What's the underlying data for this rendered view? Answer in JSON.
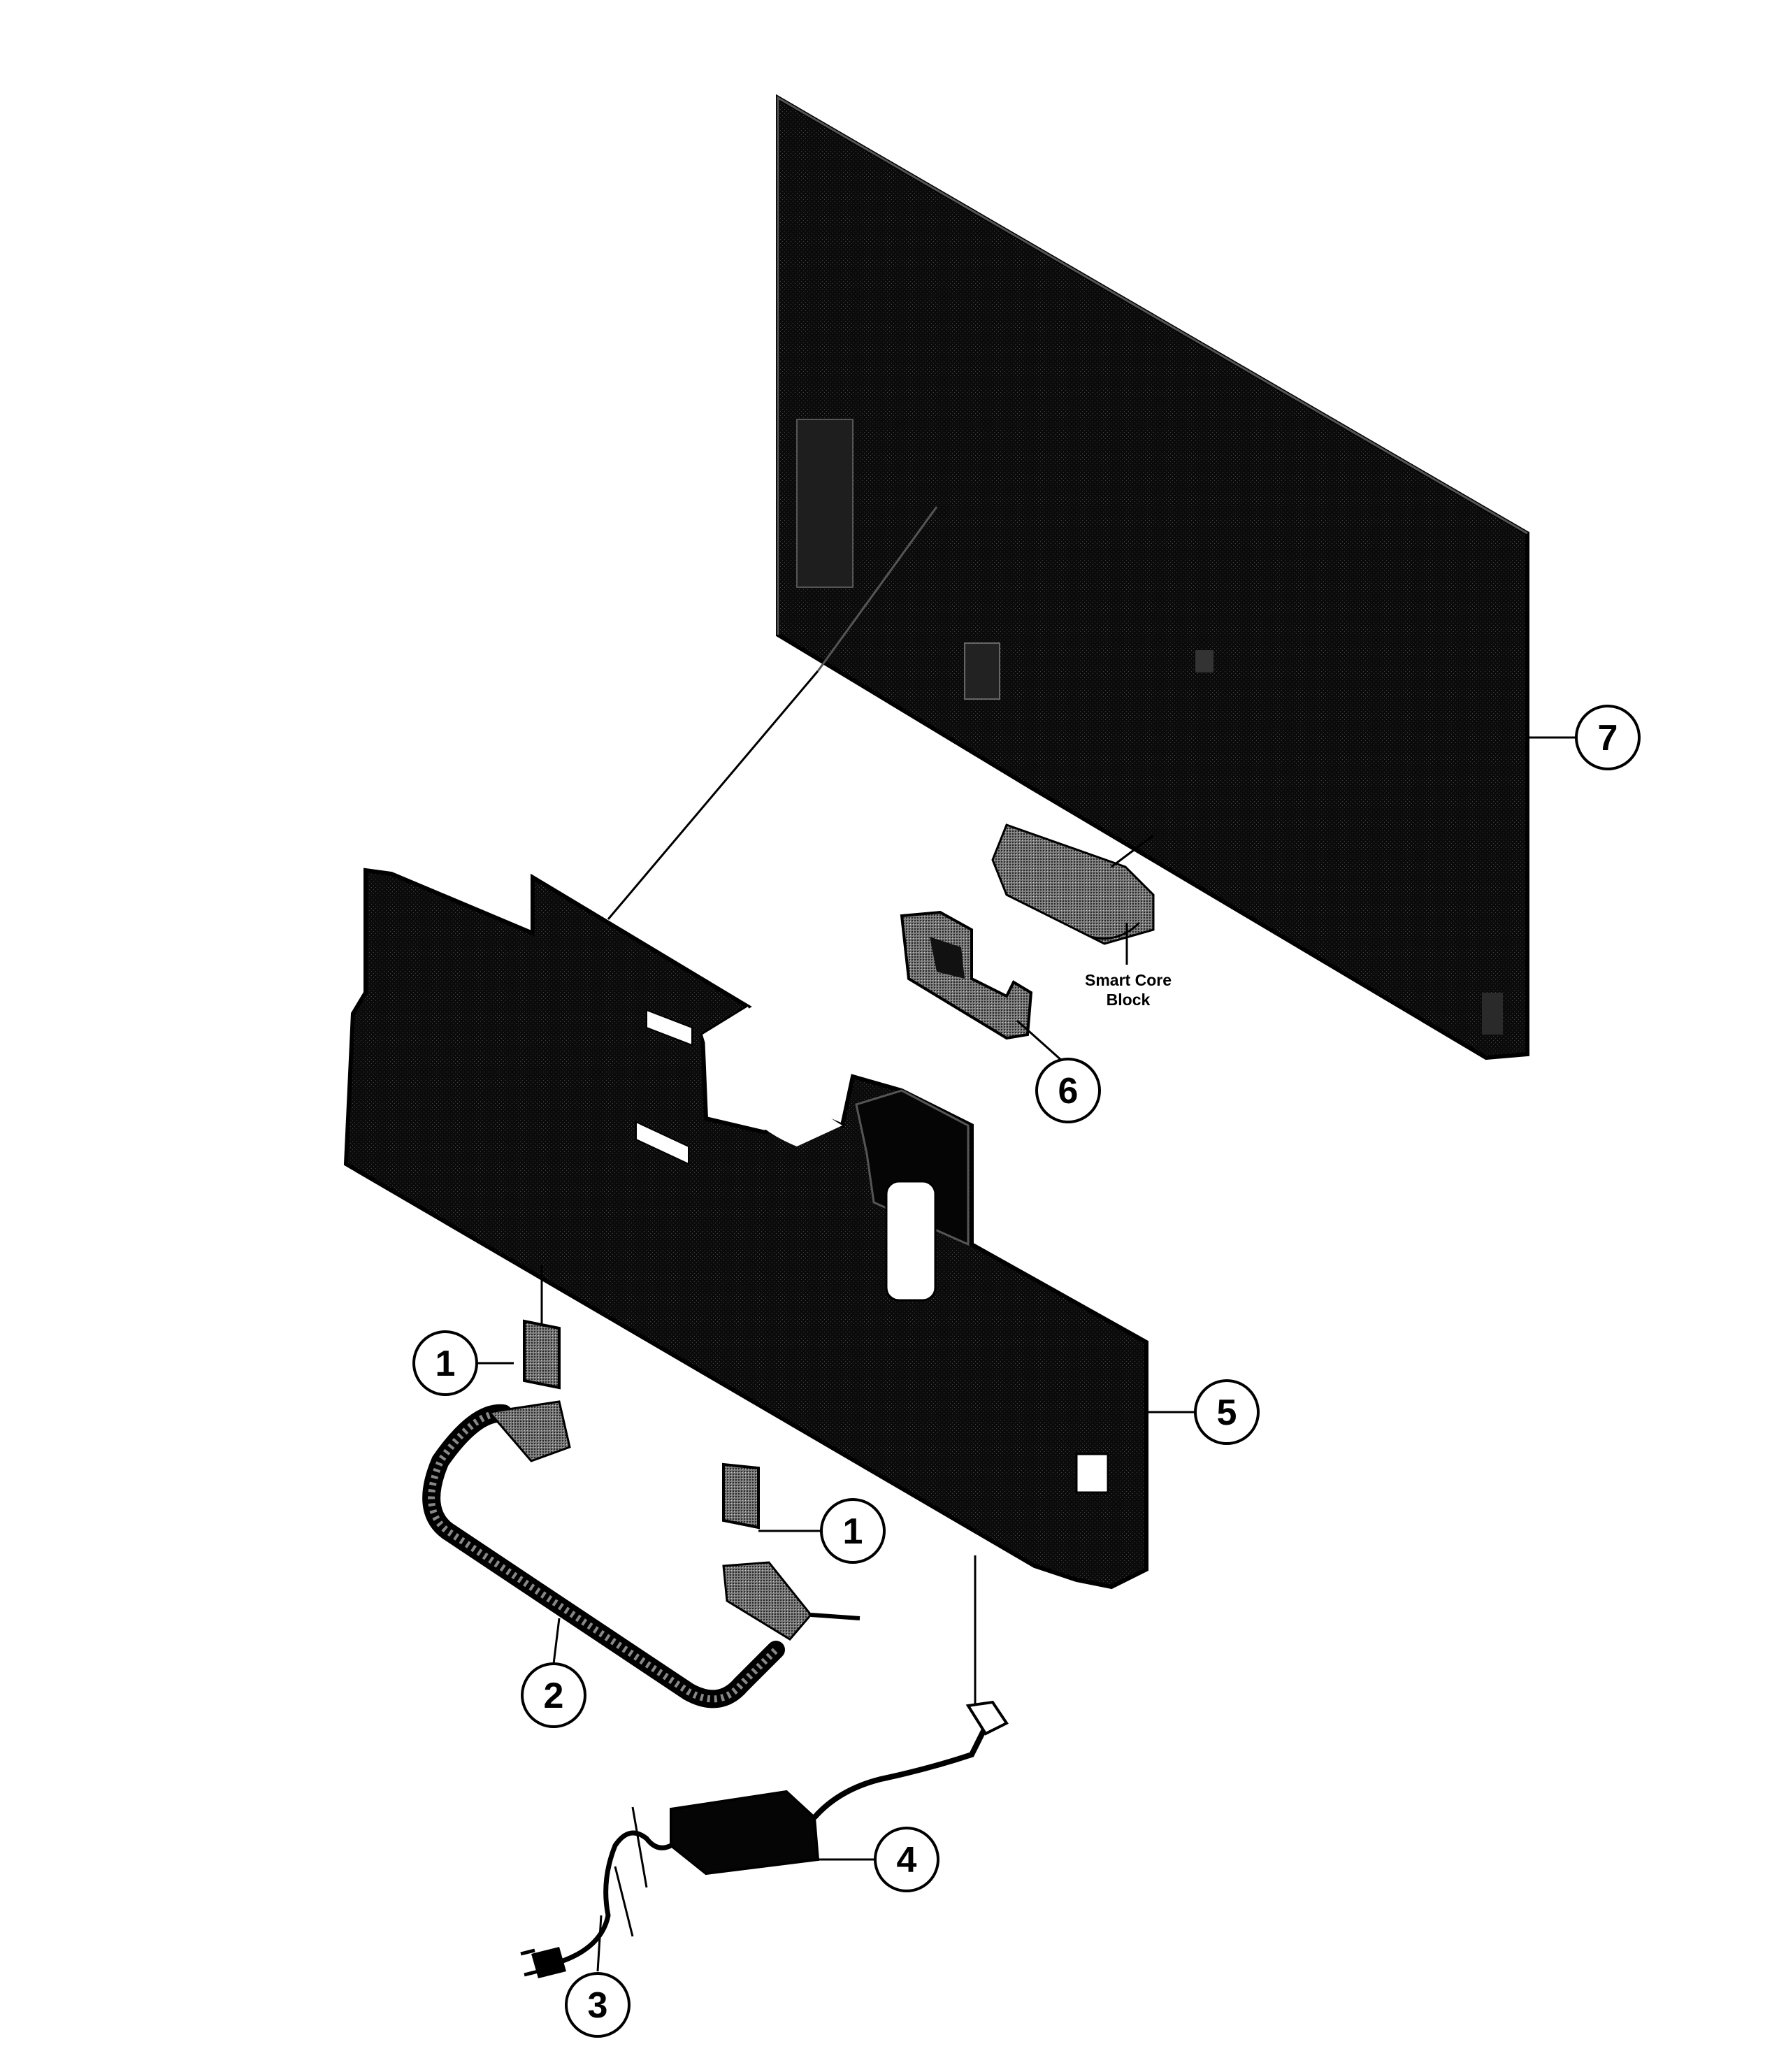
{
  "diagram": {
    "callouts": {
      "mount_bracket_left": "1",
      "mount_bracket_right": "1",
      "stand_base": "2",
      "power_cord": "3",
      "ac_adapter": "4",
      "stand_body": "5",
      "cover": "6",
      "tv_panel": "7"
    },
    "smart_core_label_line1": "Smart Core",
    "smart_core_label_line2": "Block"
  }
}
